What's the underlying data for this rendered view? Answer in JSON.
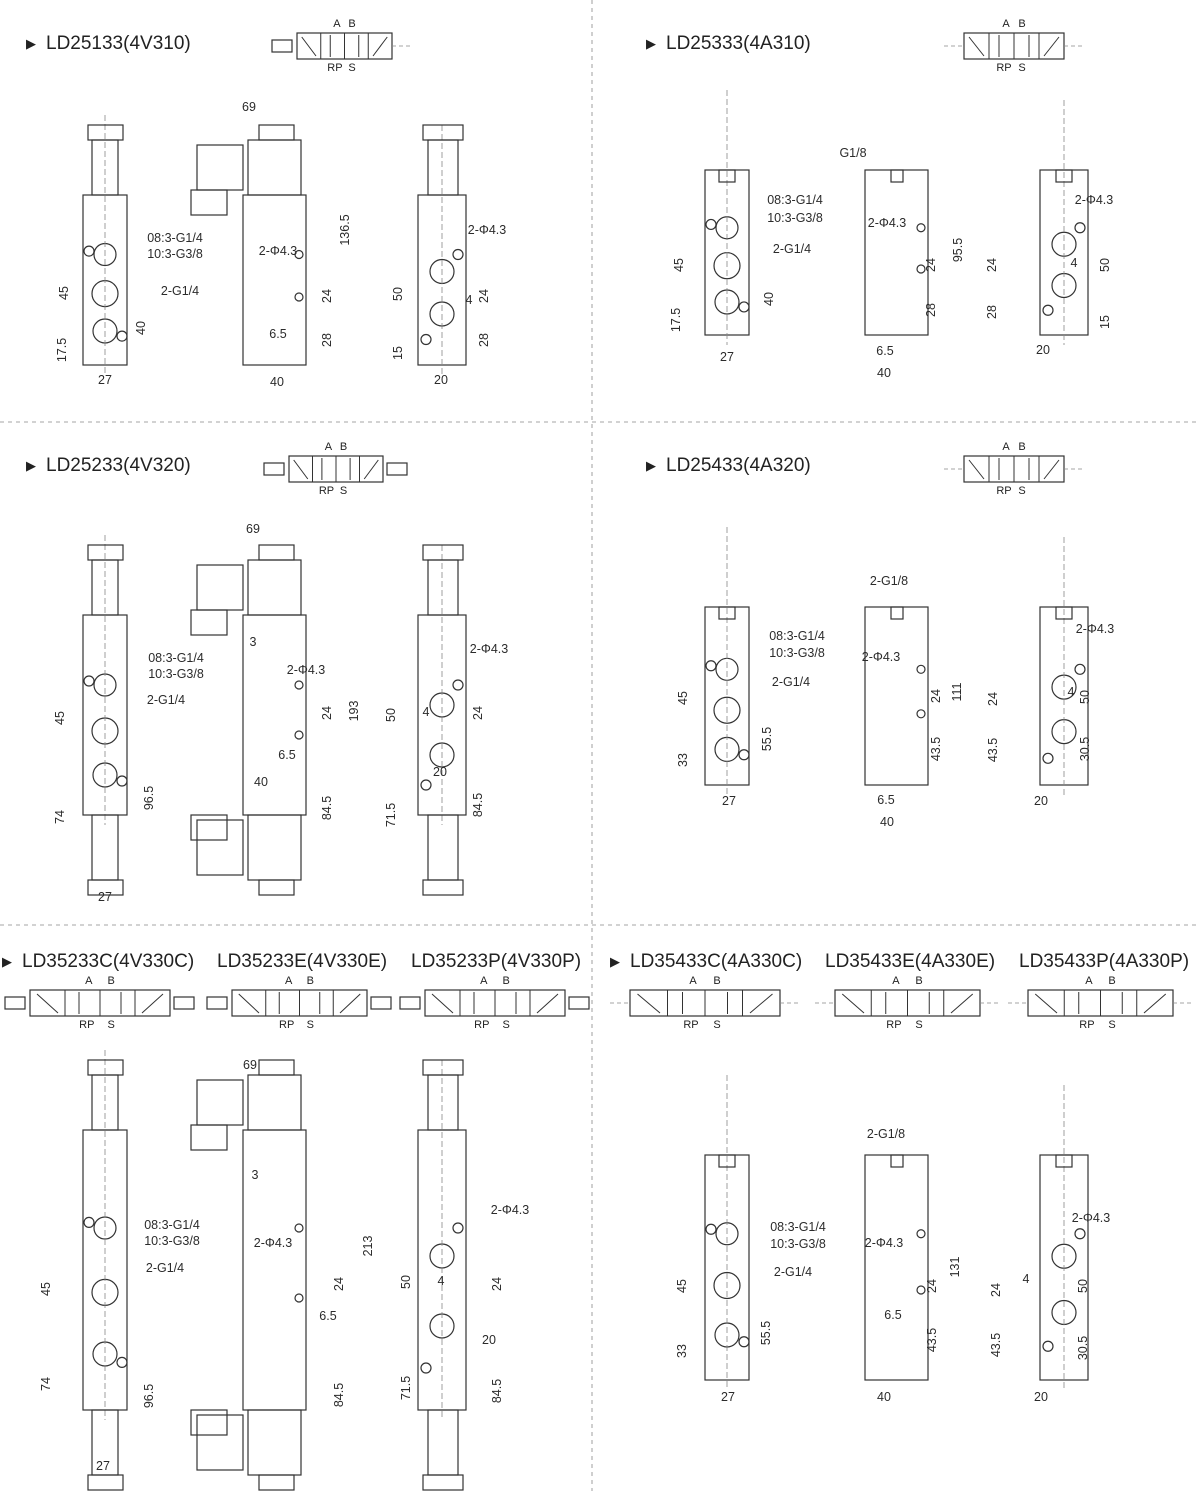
{
  "panels": [
    {
      "titles": [
        "LD25133(4V310)"
      ],
      "symbols": [
        {
          "a": "A",
          "b": "B",
          "rp": "RP",
          "s": "S"
        }
      ],
      "dims": [
        "69",
        "08:3-G1/4",
        "10:3-G3/8",
        "2-Φ4.3",
        "136.5",
        "45",
        "2-G1/4",
        "40",
        "24",
        "50",
        "4",
        "24",
        "6.5",
        "28",
        "17.5",
        "15",
        "28",
        "27",
        "40",
        "20",
        "2-Φ4.3"
      ]
    },
    {
      "titles": [
        "LD25333(4A310)"
      ],
      "symbols": [
        {
          "a": "A",
          "b": "B",
          "rp": "RP",
          "s": "S"
        }
      ],
      "dims": [
        "G1/8",
        "08:3-G1/4",
        "10:3-G3/8",
        "2-Φ4.3",
        "2-Φ4.3",
        "2-G1/4",
        "95.5",
        "45",
        "24",
        "24",
        "4",
        "50",
        "40",
        "28",
        "28",
        "17.5",
        "15",
        "6.5",
        "27",
        "20",
        "40"
      ]
    },
    {
      "titles": [
        "LD25233(4V320)"
      ],
      "symbols": [
        {
          "a": "A",
          "b": "B",
          "rp": "RP",
          "s": "S"
        }
      ],
      "dims": [
        "69",
        "3",
        "2-Φ4.3",
        "08:3-G1/4",
        "10:3-G3/8",
        "2-Φ4.3",
        "2-G1/4",
        "193",
        "45",
        "50",
        "24",
        "4",
        "24",
        "6.5",
        "20",
        "40",
        "96.5",
        "74",
        "84.5",
        "71.5",
        "84.5",
        "27"
      ]
    },
    {
      "titles": [
        "LD25433(4A320)"
      ],
      "symbols": [
        {
          "a": "A",
          "b": "B",
          "rp": "RP",
          "s": "S"
        }
      ],
      "dims": [
        "2-G1/8",
        "2-Φ4.3",
        "08:3-G1/4",
        "10:3-G3/8",
        "2-Φ4.3",
        "2-G1/4",
        "111",
        "45",
        "24",
        "24",
        "4",
        "50",
        "55.5",
        "33",
        "43.5",
        "43.5",
        "30.5",
        "27",
        "6.5",
        "20",
        "40"
      ]
    },
    {
      "titles": [
        "LD35233C(4V330C)",
        "LD35233E(4V330E)",
        "LD35233P(4V330P)"
      ],
      "symbols": [
        {
          "a": "A",
          "b": "B",
          "rp": "RP",
          "s": "S"
        },
        {
          "a": "A",
          "b": "B",
          "rp": "RP",
          "s": "S"
        },
        {
          "a": "A",
          "b": "B",
          "rp": "RP",
          "s": "S"
        }
      ],
      "dims": [
        "69",
        "3",
        "2-Φ4.3",
        "08:3-G1/4",
        "10:3-G3/8",
        "2-Φ4.3",
        "213",
        "2-G1/4",
        "45",
        "50",
        "4",
        "24",
        "24",
        "6.5",
        "20",
        "96.5",
        "74",
        "84.5",
        "71.5",
        "84.5",
        "27"
      ]
    },
    {
      "titles": [
        "LD35433C(4A330C)",
        "LD35433E(4A330E)",
        "LD35433P(4A330P)"
      ],
      "symbols": [
        {
          "a": "A",
          "b": "B",
          "rp": "RP",
          "s": "S"
        },
        {
          "a": "A",
          "b": "B",
          "rp": "RP",
          "s": "S"
        },
        {
          "a": "A",
          "b": "B",
          "rp": "RP",
          "s": "S"
        }
      ],
      "dims": [
        "2-G1/8",
        "2-Φ4.3",
        "08:3-G1/4",
        "10:3-G3/8",
        "2-Φ4.3",
        "2-G1/4",
        "131",
        "45",
        "24",
        "24",
        "4",
        "50",
        "6.5",
        "55.5",
        "33",
        "43.5",
        "43.5",
        "30.5",
        "27",
        "40",
        "20"
      ]
    }
  ],
  "colors": {
    "line": "#333333",
    "separator": "#bbbbbb",
    "text": "#2b2b2b"
  }
}
